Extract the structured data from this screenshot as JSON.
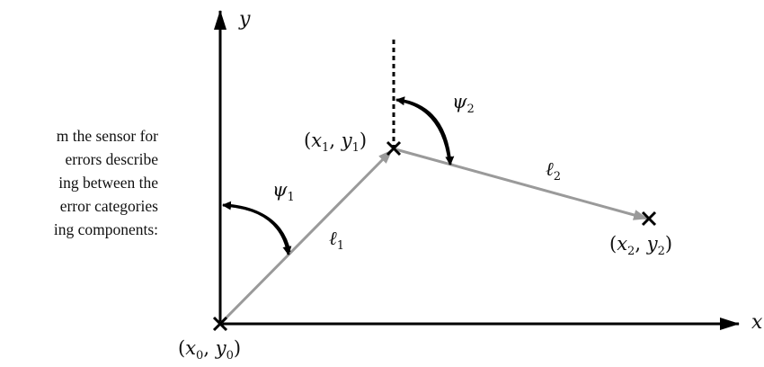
{
  "text_fragment": {
    "lines": [
      "m the sensor for",
      "errors  describe",
      "ing between the",
      "error categories",
      "ing components:"
    ]
  },
  "diagram": {
    "axes": {
      "x_label": "x",
      "y_label": "y"
    },
    "points": [
      {
        "id": "p0",
        "label": "(x0, y0)",
        "var_x": "x",
        "sub_x": "0",
        "var_y": "y",
        "sub_y": "0"
      },
      {
        "id": "p1",
        "label": "(x1, y1)",
        "var_x": "x",
        "sub_x": "1",
        "var_y": "y",
        "sub_y": "1"
      },
      {
        "id": "p2",
        "label": "(x2, y2)",
        "var_x": "x",
        "sub_x": "2",
        "var_y": "y",
        "sub_y": "2"
      }
    ],
    "segments": [
      {
        "id": "l1",
        "symbol": "ℓ",
        "sub": "1",
        "from": "p0",
        "to": "p1"
      },
      {
        "id": "l2",
        "symbol": "ℓ",
        "sub": "2",
        "from": "p1",
        "to": "p2"
      }
    ],
    "angles": [
      {
        "id": "psi1",
        "symbol": "ψ",
        "sub": "1",
        "reference": "y-axis",
        "target": "l1"
      },
      {
        "id": "psi2",
        "symbol": "ψ",
        "sub": "2",
        "reference": "dotted vertical at p1",
        "target": "l2"
      }
    ],
    "colors": {
      "axis": "#000000",
      "segment": "#9a9a9a",
      "marker": "#000000",
      "angle_arc": "#000000"
    }
  }
}
